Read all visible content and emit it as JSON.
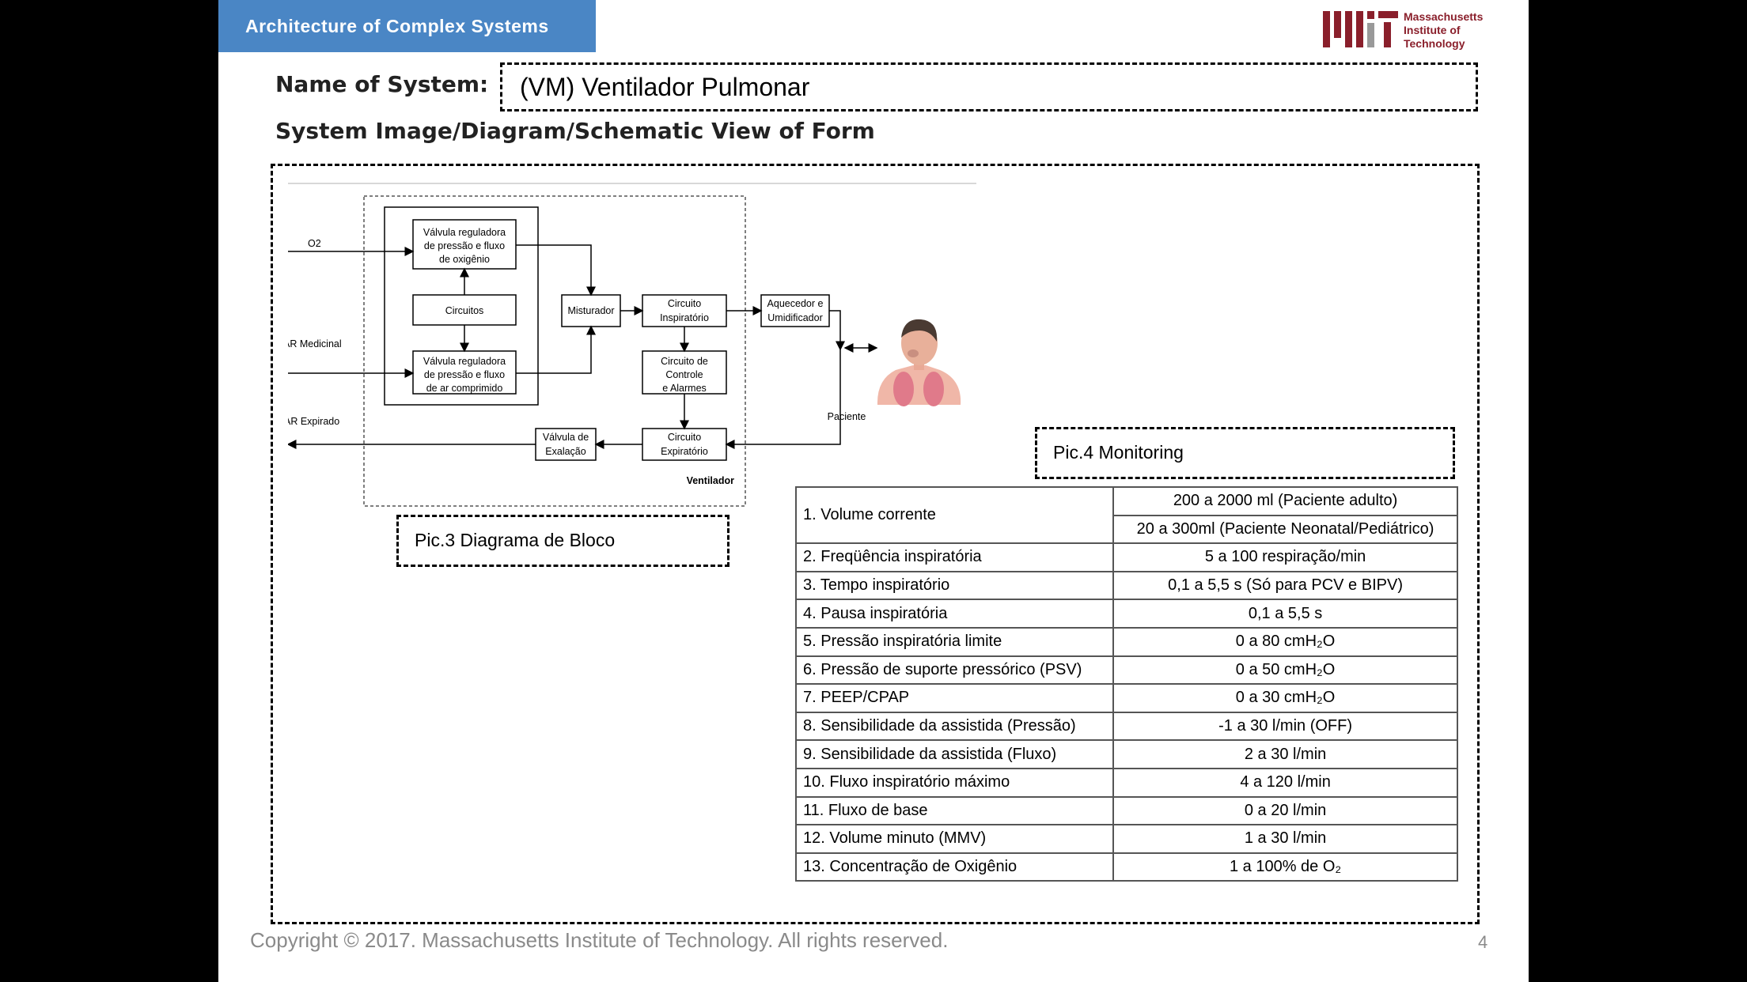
{
  "header": {
    "course_title": "Architecture of Complex Systems",
    "mit_text": [
      "Massachusetts",
      "Institute of",
      "Technology"
    ]
  },
  "name_label": "Name of System:",
  "system_name": "(VM) Ventilador Pulmonar",
  "image_label": "System Image/Diagram/Schematic View of Form",
  "diagram": {
    "inputs": {
      "o2": "O2",
      "ar_medicinal": "AR Medicinal",
      "ar_expirado": "AR Expirado"
    },
    "blocks": {
      "valve_o2": [
        "Válvula reguladora",
        "de pressão e fluxo",
        "de oxigênio"
      ],
      "circuitos": "Circuitos",
      "valve_air": [
        "Válvula reguladora",
        "de pressão e fluxo",
        "de ar comprimido"
      ],
      "misturador": "Misturador",
      "circ_insp": [
        "Circuito",
        "Inspiratório"
      ],
      "controle": [
        "Circuito de",
        "Controle",
        "e Alarmes"
      ],
      "circ_exp": [
        "Circuito",
        "Expiratório"
      ],
      "valve_exhal": [
        "Válvula de",
        "Exalação"
      ],
      "aquecedor": [
        "Aquecedor e",
        "Umidificador"
      ]
    },
    "ventilador_label": "Ventilador",
    "patient_label": "Paciente"
  },
  "pic3_caption": "Pic.3 Diagrama de Bloco",
  "pic4_caption": "Pic.4 Monitoring",
  "spec_table": [
    {
      "param": "1.  Volume corrente",
      "values": [
        "200 a 2000 ml (Paciente adulto)",
        "20 a 300ml (Paciente Neonatal/Pediátrico)"
      ]
    },
    {
      "param": "2. Freqüência inspiratória",
      "value": "5 a 100 respiração/min"
    },
    {
      "param": "3. Tempo inspiratório",
      "value": "0,1 a 5,5 s (Só para PCV e BIPV)"
    },
    {
      "param": "4. Pausa inspiratória",
      "value": "0,1 a 5,5 s"
    },
    {
      "param": "5. Pressão inspiratória limite",
      "value": "0 a 80 cmH₂O"
    },
    {
      "param": "6. Pressão de suporte pressórico (PSV)",
      "value": "0 a 50 cmH₂O"
    },
    {
      "param": "7. PEEP/CPAP",
      "value": "0 a 30 cmH₂O"
    },
    {
      "param": "8. Sensibilidade da assistida (Pressão)",
      "value": "-1 a 30 l/min (OFF)"
    },
    {
      "param": "9. Sensibilidade da assistida (Fluxo)",
      "value": "2 a 30 l/min"
    },
    {
      "param": "10. Fluxo inspiratório máximo",
      "value": "4 a 120 l/min"
    },
    {
      "param": "11. Fluxo de base",
      "value": "0 a 20 l/min"
    },
    {
      "param": "12. Volume minuto (MMV)",
      "value": "1 a 30 l/min"
    },
    {
      "param": "13. Concentração de Oxigênio",
      "value": "1 a 100% de O₂"
    }
  ],
  "footer": "Copyright © 2017. Massachusetts Institute of Technology. All rights reserved.",
  "page_number": "4",
  "colors": {
    "course_tab": "#4a86c5",
    "mit_red": "#8a1f2b"
  }
}
